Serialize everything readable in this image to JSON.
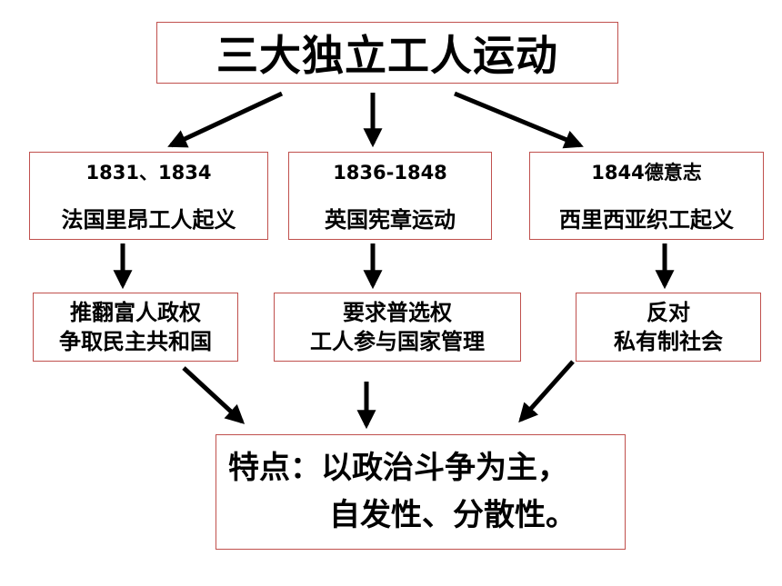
{
  "title": "三大独立工人运动",
  "events": [
    {
      "date": "1831、1834",
      "name": "法国里昂工人起义",
      "goal": [
        "推翻富人政权",
        "争取民主共和国"
      ]
    },
    {
      "date": "1836-1848",
      "name": "英国宪章运动",
      "goal": [
        "要求普选权",
        "工人参与国家管理"
      ]
    },
    {
      "date": "1844德意志",
      "name": "西里西亚织工起义",
      "goal": [
        "反对",
        "私有制社会"
      ]
    }
  ],
  "feature": {
    "line1": "特点：以政治斗争为主，",
    "line2": "自发性、分散性。"
  }
}
